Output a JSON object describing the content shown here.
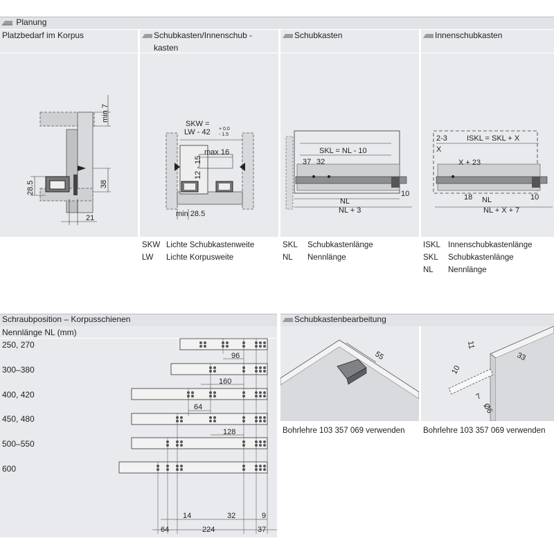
{
  "top": {
    "title": "Planung",
    "columns": [
      {
        "title": "Platzbedarf im Korpus"
      },
      {
        "title_line1": "Schubkasten/Innenschub  -",
        "title_line2": "kasten"
      },
      {
        "title": "Schubkasten"
      },
      {
        "title": "Innenschubkasten"
      }
    ],
    "dims1": {
      "min7": "min 7",
      "d38": "38",
      "d28_5": "28.5",
      "d21": "21"
    },
    "dims2": {
      "skw_a": "SKW =",
      "skw_b": "LW - 42",
      "tol_plus": "+ 0.0",
      "tol_minus": "- 1.5",
      "max16": "max 16",
      "range": "12 - 15",
      "min28": "min 28.5"
    },
    "dims3": {
      "skl": "SKL = NL - 10",
      "d37": "37",
      "d32": "32",
      "d10": "10",
      "nl": "NL",
      "nl3": "NL + 3"
    },
    "dims4": {
      "d2_3": "2-3",
      "iskl": "ISKL = SKL + X",
      "x": "X",
      "x23": "X + 23",
      "d18": "18",
      "nl": "NL",
      "d10": "10",
      "nlx7": "NL + X + 7"
    },
    "legend_skw": [
      {
        "abbr": "SKW",
        "text": "Lichte Schubkastenweite"
      },
      {
        "abbr": "LW",
        "text": "Lichte Korpusweite"
      }
    ],
    "legend_sk": [
      {
        "abbr": "SKL",
        "text": "Schubkastenlänge"
      },
      {
        "abbr": "NL",
        "text": "Nennlänge"
      }
    ],
    "legend_isk": [
      {
        "abbr": "ISKL",
        "text": "Innenschubkastenlänge"
      },
      {
        "abbr": "SKL",
        "text": "Schubkastenlänge"
      },
      {
        "abbr": "NL",
        "text": "Nennlänge"
      }
    ]
  },
  "screw": {
    "title": "Schraubposition – Korpusschienen",
    "subtitle": "Nennlänge NL (mm)",
    "rows": [
      {
        "label": "250, 270"
      },
      {
        "label": "300–380"
      },
      {
        "label": "400, 420"
      },
      {
        "label": "450, 480"
      },
      {
        "label": "500–550"
      },
      {
        "label": "600"
      }
    ],
    "dims": {
      "d96": "96",
      "d160": "160",
      "d64a": "64",
      "d128": "128",
      "d14": "14",
      "d32": "32",
      "d9": "9",
      "d64b": "64",
      "d224": "224",
      "d37": "37"
    }
  },
  "machining": {
    "title": "Schubkastenbearbeitung",
    "caption1": "Bohrlehre 103 357 069 verwenden",
    "caption2": "Bohrlehre 103 357 069 verwenden",
    "dims1": {
      "d55": "55"
    },
    "dims2": {
      "d11": "11",
      "d10": "10",
      "d33": "33",
      "d7": "7",
      "d6": "Ø6"
    }
  }
}
